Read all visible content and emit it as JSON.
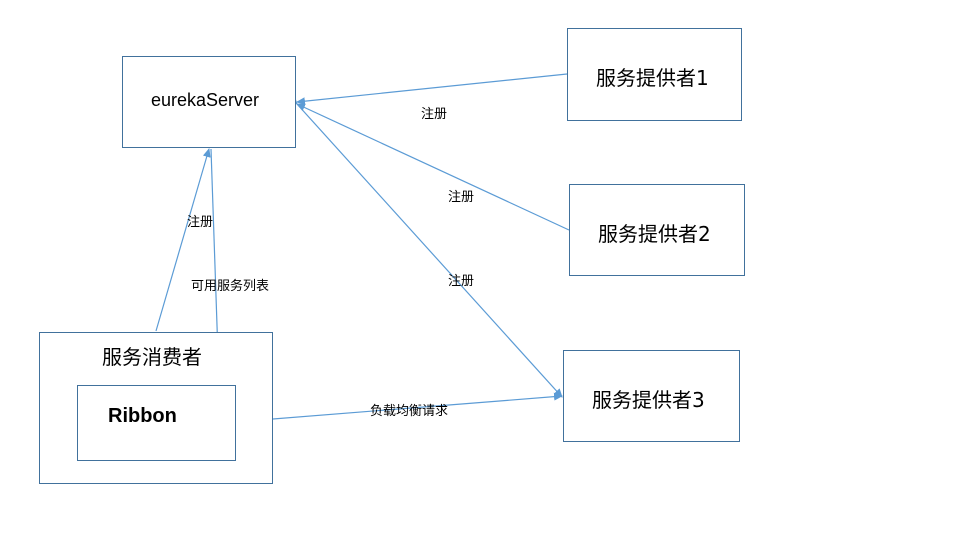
{
  "nodes": {
    "eureka_server": "eurekaServer",
    "provider_1": "服务提供者1",
    "provider_2": "服务提供者2",
    "provider_3": "服务提供者3",
    "consumer": "服务消费者",
    "ribbon": "Ribbon"
  },
  "edge_labels": {
    "provider1_register": "注册",
    "provider2_register": "注册",
    "provider3_register": "注册",
    "consumer_register": "注册",
    "available_services": "可用服务列表",
    "load_balanced_request": "负载均衡请求"
  },
  "colors": {
    "line": "#5b9bd5",
    "box_border": "#41719c"
  }
}
